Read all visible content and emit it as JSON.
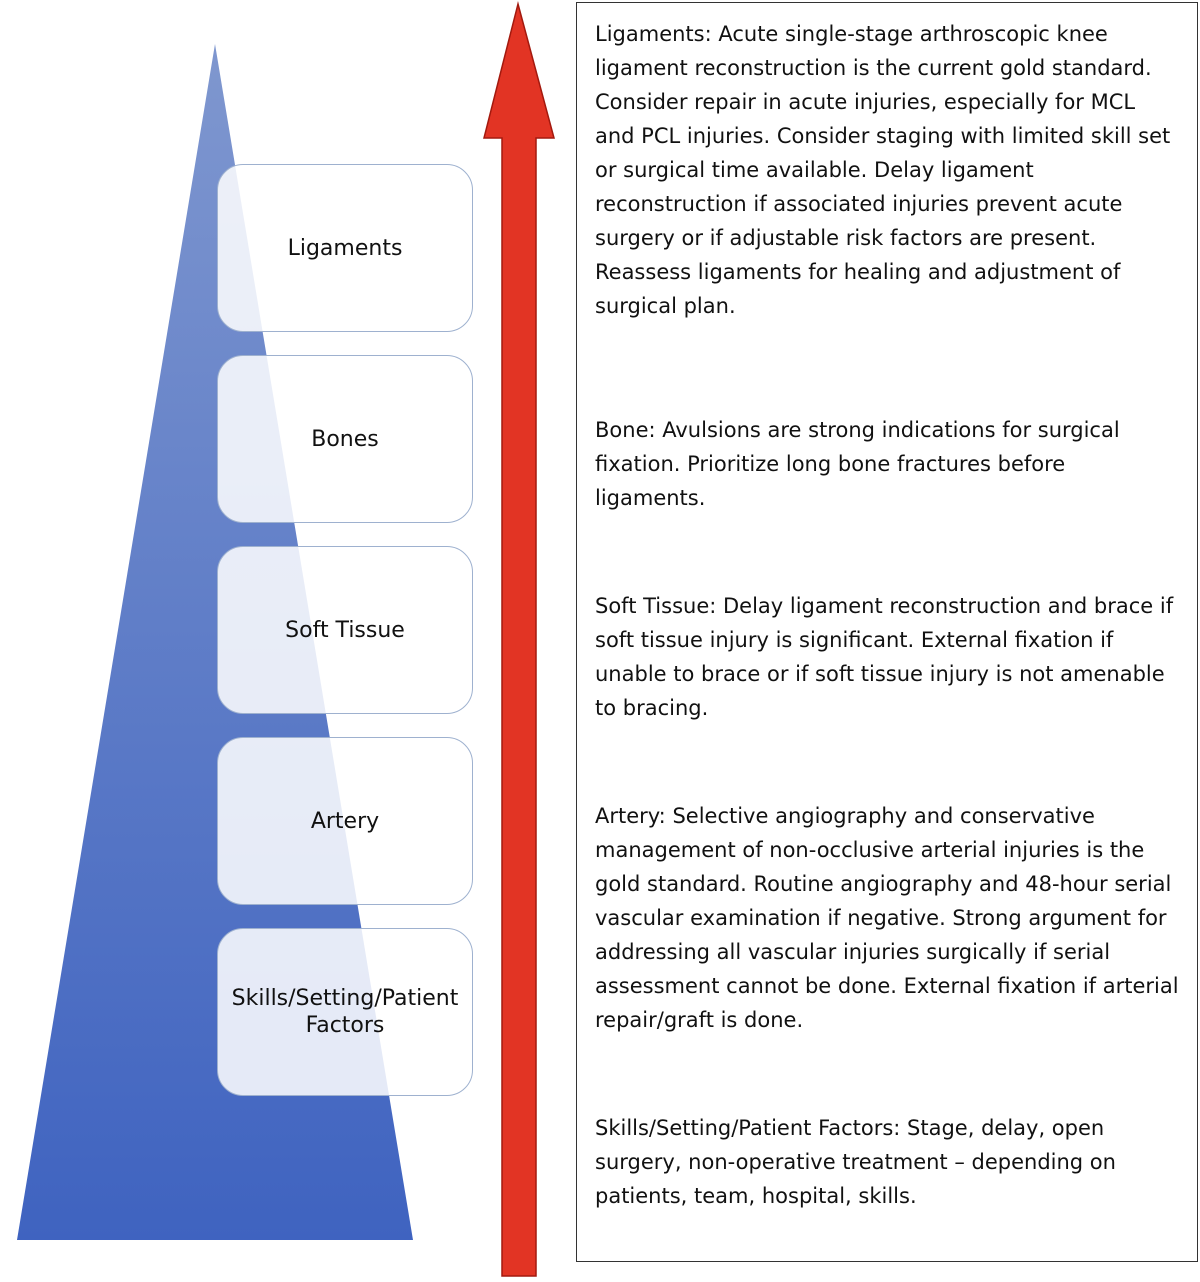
{
  "pyramid": {
    "fill_top": "#7f97cf",
    "fill_bottom": "#3f63c0"
  },
  "arrow": {
    "color": "#e23424",
    "stroke": "#a3190e"
  },
  "levels": [
    {
      "label": "Ligaments"
    },
    {
      "label": "Bones"
    },
    {
      "label": "Soft Tissue"
    },
    {
      "label": "Artery"
    },
    {
      "label": "Skills/Setting/Patient Factors"
    }
  ],
  "descriptions": [
    {
      "text": "Ligaments: Acute single-stage arthroscopic knee\nligament reconstruction is the current gold standard.\nConsider repair in acute injuries, especially for MCL\nand PCL injuries. Consider staging with limited skill set\nor surgical time available. Delay ligament\nreconstruction if associated injuries prevent acute\nsurgery or if adjustable risk factors are present.\nReassess ligaments for healing and adjustment of\nsurgical plan."
    },
    {
      "text": "Bone: Avulsions are strong indications for surgical\nfixation. Prioritize long bone fractures before\nligaments."
    },
    {
      "text": "Soft Tissue: Delay ligament reconstruction and brace if\nsoft tissue injury is significant. External fixation if\nunable to brace or if soft tissue injury is not amenable\nto bracing."
    },
    {
      "text": "Artery: Selective angiography and conservative\nmanagement of non-occlusive arterial injuries is the\ngold standard. Routine angiography and 48-hour serial\nvascular examination if negative. Strong argument for\naddressing all vascular injuries surgically if serial\nassessment cannot be done. External fixation if arterial\nrepair/graft is done."
    },
    {
      "text": "Skills/Setting/Patient Factors: Stage, delay, open\nsurgery, non-operative treatment – depending on\npatients, team, hospital, skills."
    }
  ]
}
